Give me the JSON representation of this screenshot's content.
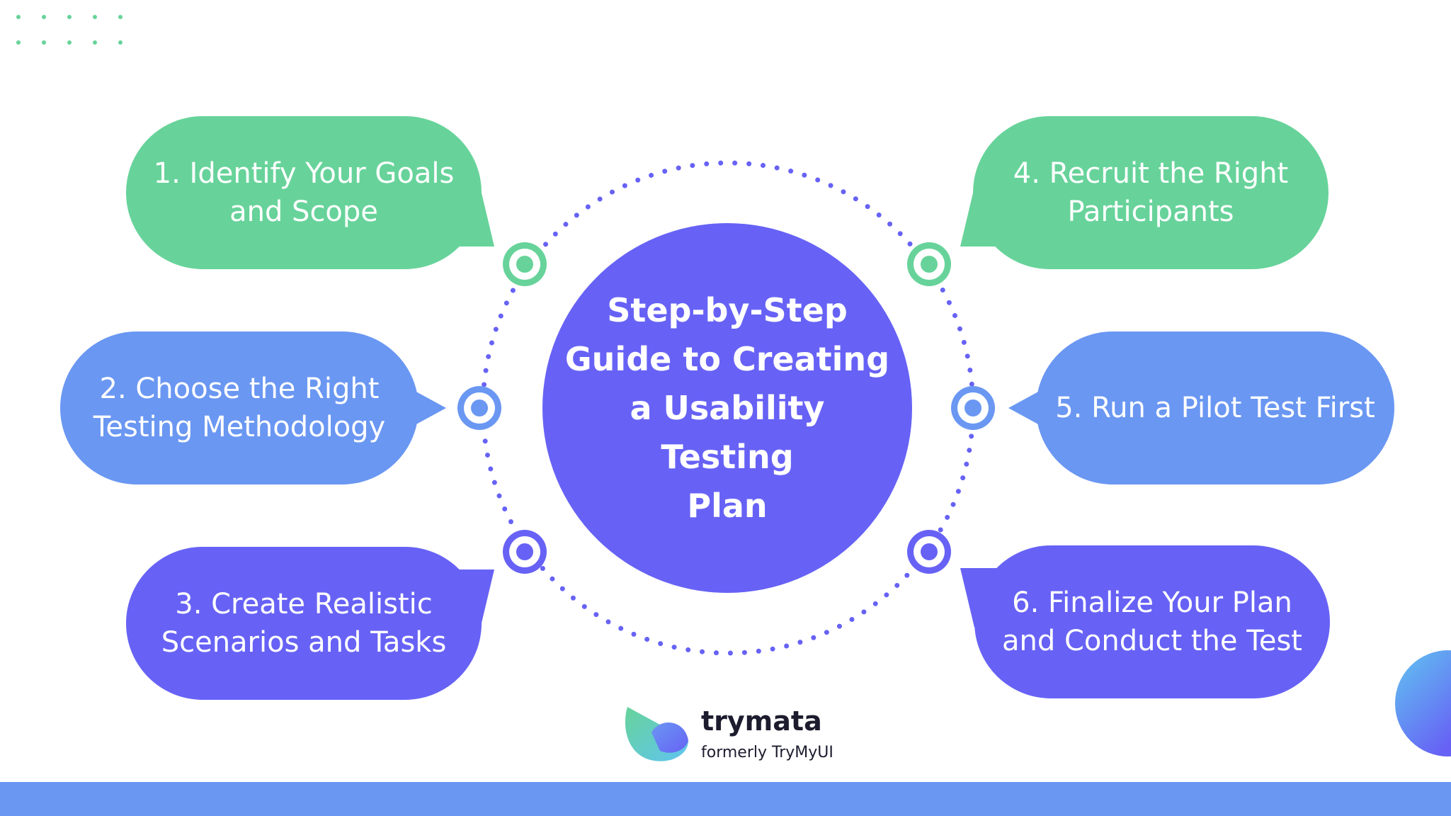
{
  "title": "Step-by-Step\nGuide to Creating\na Usability Testing\nPlan",
  "steps": [
    {
      "label": "1. Identify Your Goals\nand Scope",
      "color": "#67d39a"
    },
    {
      "label": "2. Choose the Right\nTesting Methodology",
      "color": "#6a97f2"
    },
    {
      "label": "3. Create Realistic\nScenarios and Tasks",
      "color": "#6762f5"
    },
    {
      "label": "4. Recruit the Right\nParticipants",
      "color": "#67d39a"
    },
    {
      "label": "5. Run a Pilot Test First",
      "color": "#6a97f2"
    },
    {
      "label": "6. Finalize Your Plan\nand Conduct the Test",
      "color": "#6762f5"
    }
  ],
  "brand": {
    "name": "trymata",
    "tagline": "formerly TryMyUI"
  },
  "colors": {
    "green": "#67d39a",
    "blue": "#6a97f2",
    "purple": "#6762f5",
    "ring_dots": "#6762f5",
    "footer": "#6a97f2"
  },
  "icons": [
    "dot-grid-decoration",
    "target-node-icon",
    "trymata-logo-icon"
  ]
}
